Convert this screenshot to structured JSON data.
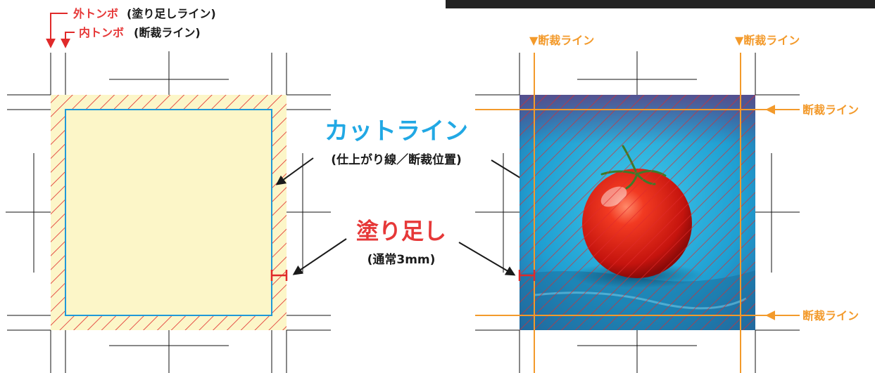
{
  "colors": {
    "trim": "#1f99d8",
    "bleed_fill": "#fcf6c8",
    "hatch": "#e02a2a",
    "red_label": "#e63838",
    "cut_label": "#21a8e4",
    "orange": "#f39a2b",
    "ink": "#1a1a1a",
    "header_bar": "#222222"
  },
  "left_diagram": {
    "outer_tombo_label": "外トンボ",
    "outer_tombo_note": "(塗り足しライン)",
    "inner_tombo_label": "内トンボ",
    "inner_tombo_note": "(断裁ライン)"
  },
  "center": {
    "cut_line_title": "カットライン",
    "cut_line_note": "(仕上がり線／断裁位置)",
    "bleed_title": "塗り足し",
    "bleed_note": "(通常3mm)"
  },
  "right_diagram": {
    "cut_label_top_left": "▼断裁ライン",
    "cut_label_top_right": "▼断裁ライン",
    "cut_label_right_top": "断裁ライン",
    "cut_label_right_bottom": "断裁ライン",
    "photo_subject": "tomato"
  }
}
